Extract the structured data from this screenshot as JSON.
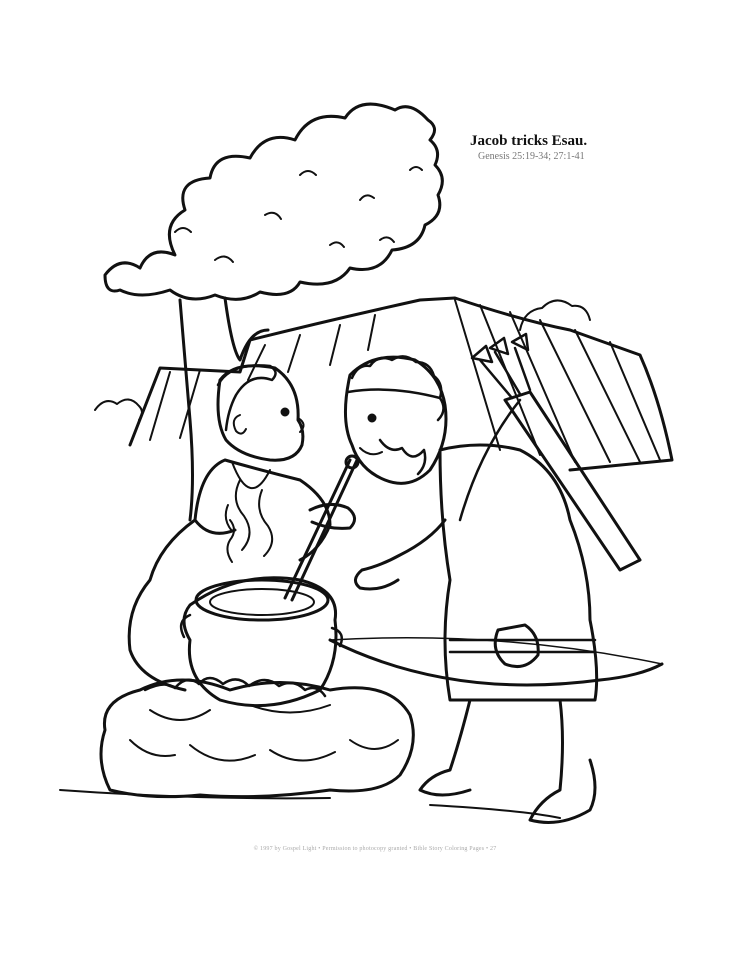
{
  "caption": {
    "title": "Jacob tricks Esau.",
    "reference": "Genesis 25:19-34; 27:1-41"
  },
  "footer": {
    "text": "© 1997 by Gospel Light • Permission to photocopy granted • Bible Story Coloring Pages • 27"
  },
  "colors": {
    "ink": "#111111",
    "paper": "#ffffff"
  }
}
